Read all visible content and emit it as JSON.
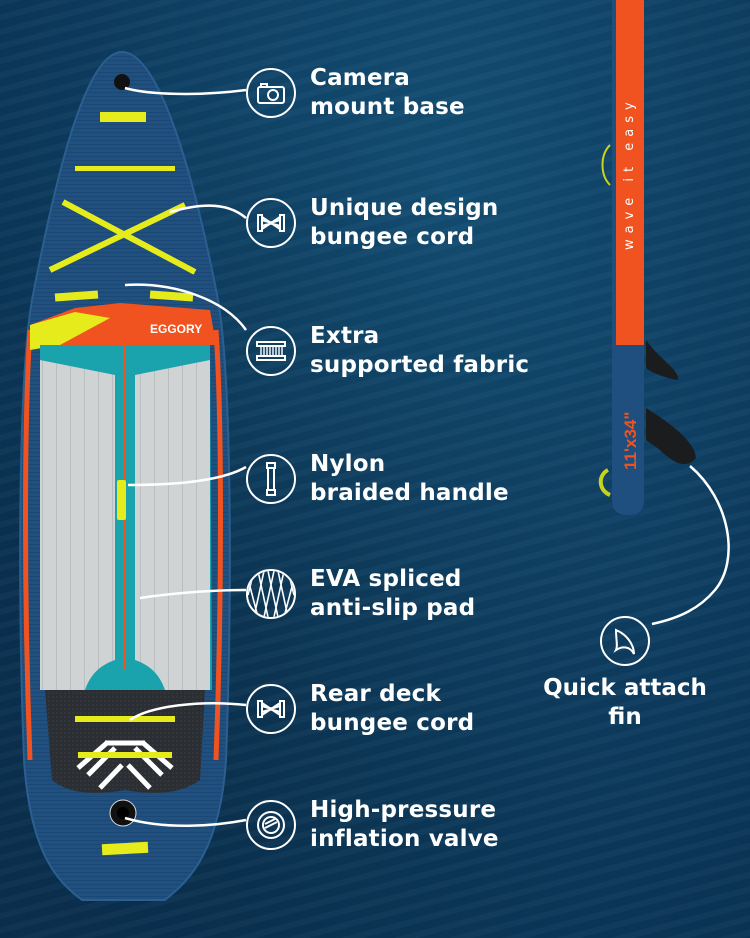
{
  "brand": "EGGORY",
  "board": {
    "brand_logo": "EGGORY",
    "slogan": "wave it easy",
    "size_label": "11'x34\""
  },
  "features": [
    {
      "id": "camera-mount",
      "icon": "camera-icon",
      "line1": "Camera",
      "line2": "mount base"
    },
    {
      "id": "bungee-front",
      "icon": "bungee-cord-icon",
      "line1": "Unique design",
      "line2": "bungee cord"
    },
    {
      "id": "fabric",
      "icon": "fabric-icon",
      "line1": "Extra",
      "line2": "supported fabric"
    },
    {
      "id": "handle",
      "icon": "handle-icon",
      "line1": "Nylon",
      "line2": "braided handle"
    },
    {
      "id": "eva-pad",
      "icon": "mesh-pad-icon",
      "line1": "EVA spliced",
      "line2": "anti-slip pad"
    },
    {
      "id": "bungee-rear",
      "icon": "bungee-cord-icon",
      "line1": "Rear deck",
      "line2": "bungee cord"
    },
    {
      "id": "valve",
      "icon": "valve-icon",
      "line1": "High-pressure",
      "line2": "inflation valve"
    }
  ],
  "fin_feature": {
    "icon": "fin-icon",
    "line1": "Quick attach",
    "line2": "fin"
  },
  "colors": {
    "water": "#0f4266",
    "board_blue": "#1e4f7e",
    "orange": "#f0531f",
    "yellow": "#e6ec1c",
    "teal": "#1aa3ad",
    "pad_grey": "#cfd3d4",
    "tail_dark": "#2b2e32",
    "white": "#ffffff"
  }
}
